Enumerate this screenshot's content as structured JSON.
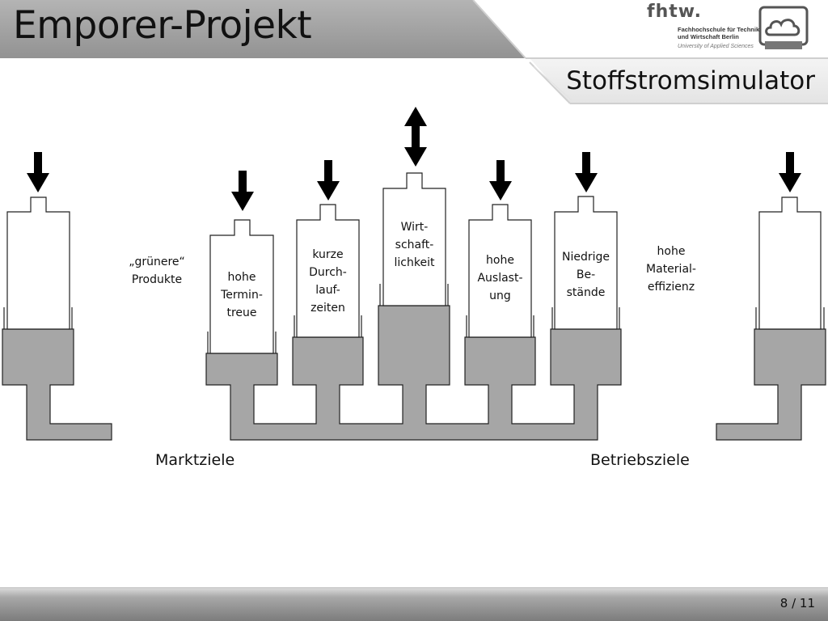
{
  "slide": {
    "title": "Emporer-Projekt",
    "subtitle": "Stoffstromsimulator",
    "page_number": "8 / 11"
  },
  "logos": {
    "htw_brand": "fhtw.",
    "htw_line1": "Fachhochschule für Technik",
    "htw_line2": "und Wirtschaft Berlin",
    "htw_line3": "University of Applied Sciences",
    "cloud_icon": "cloud-monitor-icon"
  },
  "diagram": {
    "free_labels": {
      "gruenere_produkte": "„grünere“\nProdukte",
      "hohe_materialeffizienz": "hohe\nMaterial-\neffizienz"
    },
    "cylinders": [
      {
        "id": "hohe-termintreue",
        "label": "hohe\nTermin-\ntreue",
        "arrow": "down"
      },
      {
        "id": "kurze-durchlaufzeiten",
        "label": "kurze\nDurch-\nlauf-\nzeiten",
        "arrow": "down"
      },
      {
        "id": "wirtschaftlichkeit",
        "label": "Wirt-\nschaft-\nlichkeit",
        "arrow": "both"
      },
      {
        "id": "hohe-auslastung",
        "label": "hohe\nAuslast-\nung",
        "arrow": "down"
      },
      {
        "id": "niedrige-bestaende",
        "label": "Niedrige\nBe-\nstände",
        "arrow": "down"
      }
    ],
    "bottom_labels": {
      "left": "Marktziele",
      "right": "Betriebsziele"
    },
    "colors": {
      "fluid": "#a6a6a6",
      "arrow": "#000000",
      "header_band": "#9a9a9a",
      "footer_band": "#8c8c8c"
    }
  }
}
